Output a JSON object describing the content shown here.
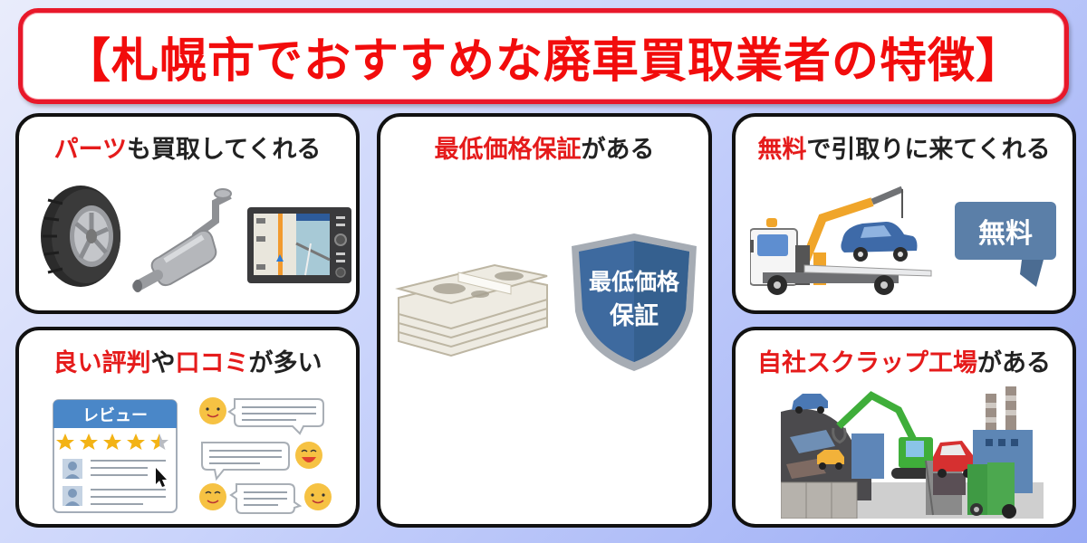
{
  "title": "【札幌市でおすすめな廃車買取業者の特徴】",
  "colors": {
    "title_red": "#f20c0c",
    "accent_red": "#e51b1b",
    "text_dark": "#222222",
    "card_border": "#111111",
    "shield_blue": "#3e6a9f",
    "badge_blue": "#5b7fa8"
  },
  "cards": {
    "parts": {
      "title_highlight": "パーツ",
      "title_rest": "も買取してくれる",
      "illustrations": [
        "tire-icon",
        "muffler-icon",
        "car-navigation-icon"
      ]
    },
    "price": {
      "title_highlight": "最低価格保証",
      "title_rest": "がある",
      "shield_line1": "最低価格",
      "shield_line2": "保証",
      "illustrations": [
        "money-bundle-icon",
        "shield-icon"
      ]
    },
    "free": {
      "title_highlight": "無料",
      "title_rest": "で引取りに来てくれる",
      "badge_text": "無料",
      "illustrations": [
        "tow-truck-icon",
        "free-badge-icon"
      ]
    },
    "reviews": {
      "title_part1": "良い評判",
      "title_part2": "や",
      "title_part3": "口コミ",
      "title_part4": "が多い",
      "review_header": "レビュー",
      "stars": "4.5",
      "illustrations": [
        "review-window-icon",
        "chat-bubbles-icon"
      ]
    },
    "scrap": {
      "title_highlight": "自社スクラップ工場",
      "title_rest": "がある",
      "illustrations": [
        "scrap-yard-icon"
      ]
    }
  }
}
